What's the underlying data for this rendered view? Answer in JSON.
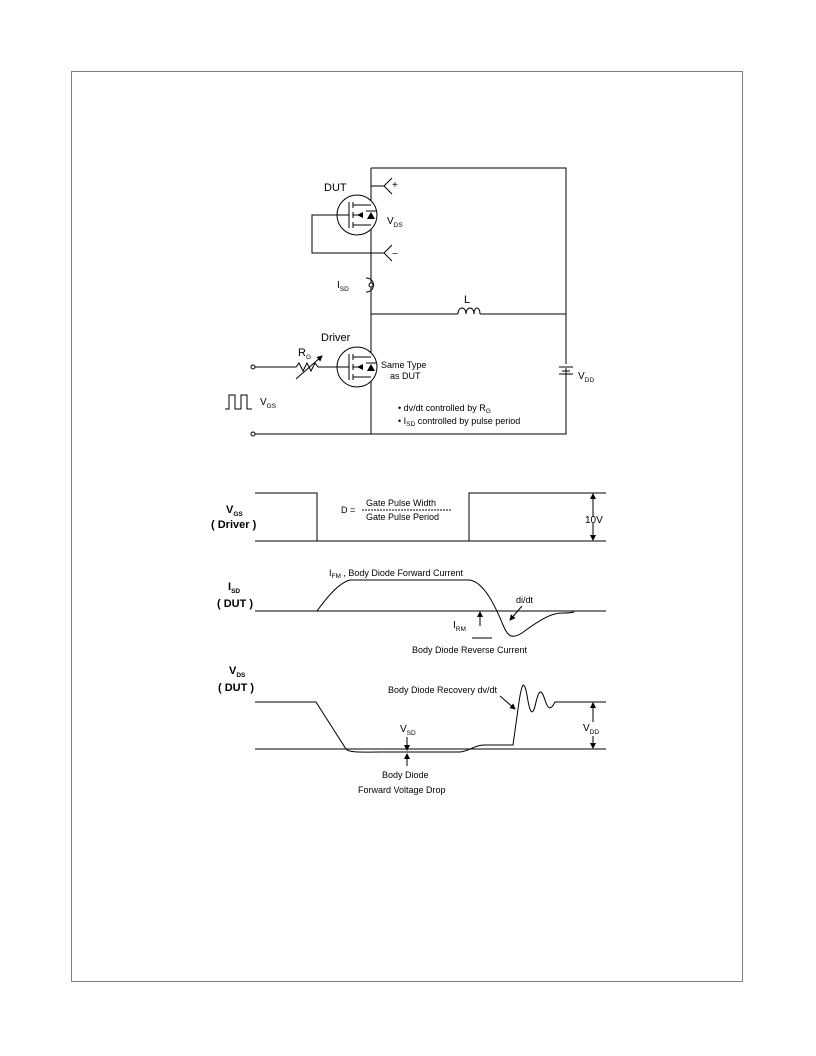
{
  "circuit": {
    "dut_label": "DUT",
    "plus": "+",
    "minus": "−",
    "vds": "V",
    "vds_sub": "DS",
    "isd": "I",
    "isd_sub": "SD",
    "inductor": "L",
    "driver_label": "Driver",
    "rg": "R",
    "rg_sub": "G",
    "same_type_1": "Same Type",
    "same_type_2": "as DUT",
    "vdd": "V",
    "vdd_sub": "DD",
    "vgs": "V",
    "vgs_sub": "GS",
    "note1_pre": "• dv/dt controlled by  R",
    "note1_sub": "G",
    "note2_pre": "• I",
    "note2_sub": "SD",
    "note2_post": " controlled by pulse period"
  },
  "waveforms": {
    "vgs_label": "V",
    "vgs_sub": "GS",
    "driver_label": "( Driver )",
    "duty_prefix": "D =",
    "duty_num": "Gate Pulse Width",
    "duty_den": "Gate Pulse Period",
    "v10": "10V",
    "isd_label": "I",
    "isd_sub": "SD",
    "dut_label_1": "( DUT )",
    "ifm_label": "I",
    "ifm_sub": "FM",
    "ifm_text": " , Body Diode Forward Current",
    "didt": "di/dt",
    "irm_label": "I",
    "irm_sub": "RM",
    "reverse_current": "Body Diode Reverse Current",
    "vds_label": "V",
    "vds_sub": "DS",
    "dut_label_2": "( DUT )",
    "recovery": "Body Diode Recovery dv/dt",
    "vsd": "V",
    "vsd_sub": "SD",
    "vdd": "V",
    "vdd_sub": "DD",
    "drop_1": "Body Diode",
    "drop_2": "Forward Voltage Drop"
  }
}
